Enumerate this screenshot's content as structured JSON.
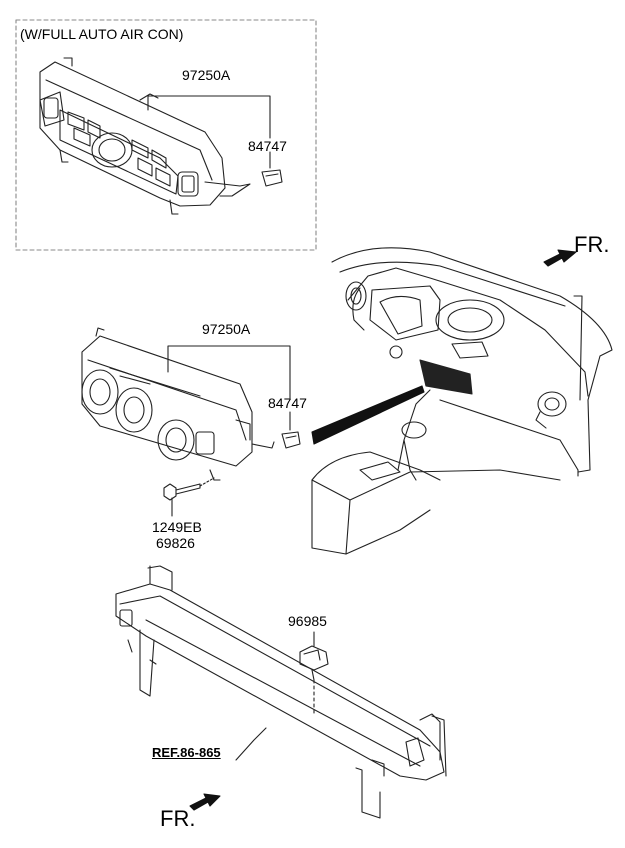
{
  "diagram": {
    "variant_note": "(W/FULL AUTO AIR CON)",
    "labels": {
      "auto_control_unit": "97250A",
      "auto_connector": "84747",
      "manual_control_unit": "97250A",
      "manual_connector": "84747",
      "bolt_part_1": "1249EB",
      "bolt_part_2": "69826",
      "sensor": "96985",
      "reference": "REF.86-865",
      "front_top": "FR.",
      "front_bottom": "FR."
    }
  }
}
